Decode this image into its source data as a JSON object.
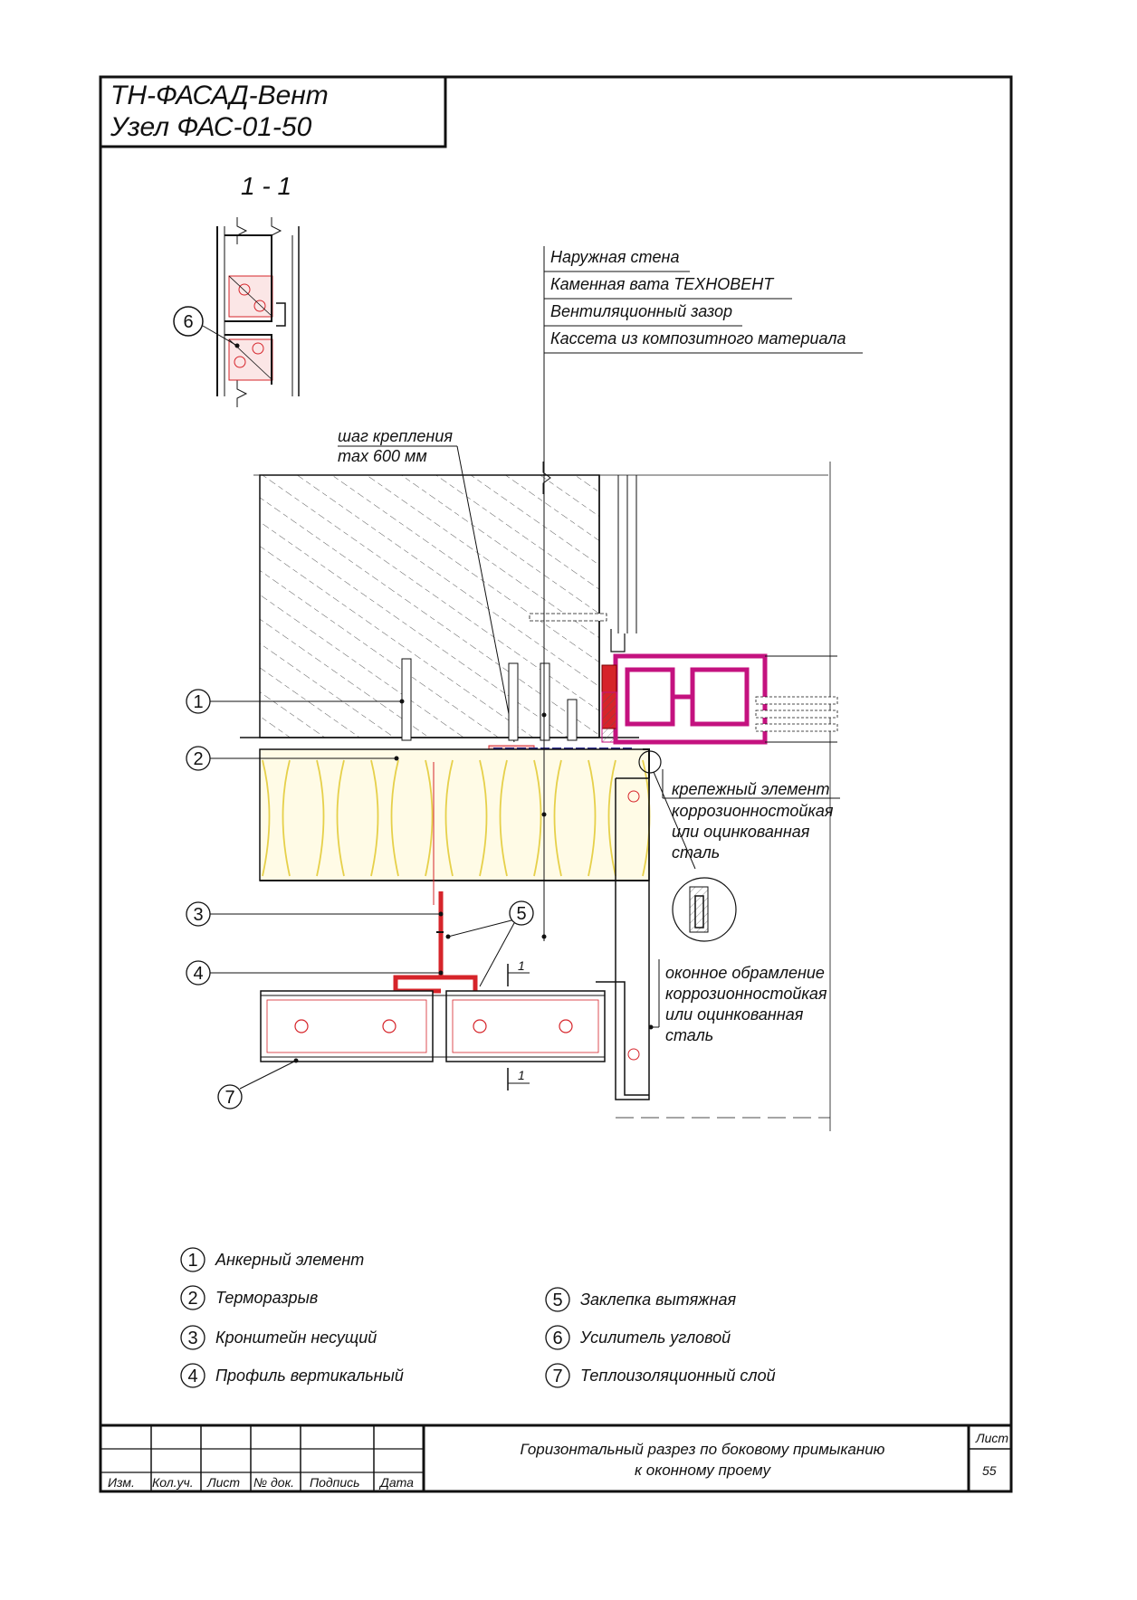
{
  "header": {
    "line1": "ТН-ФАСАД-Вент",
    "line2": "Узел ФАС-01-50"
  },
  "section_label": "1 - 1",
  "callout_6": "6",
  "layers": [
    "Наружная стена",
    "Каменная вата ТЕХНОВЕНТ",
    "Вентиляционный зазор",
    "Кассета из композитного материала"
  ],
  "annotations": {
    "step_line1": "шаг крепления",
    "step_line2": "max 600 мм",
    "fastener": [
      "крепежный элемент",
      "коррозионностойкая",
      "или оцинкованная",
      "сталь"
    ],
    "frame": [
      "оконное обрамление",
      "коррозионностойкая",
      "или оцинкованная",
      "сталь"
    ],
    "cut_mark": "1"
  },
  "callouts": [
    "1",
    "2",
    "3",
    "4",
    "5",
    "7"
  ],
  "legend": [
    {
      "num": "1",
      "text": "Анкерный элемент"
    },
    {
      "num": "2",
      "text": "Терморазрыв"
    },
    {
      "num": "3",
      "text": "Кронштейн несущий"
    },
    {
      "num": "4",
      "text": "Профиль вертикальный"
    },
    {
      "num": "5",
      "text": "Заклепка вытяжная"
    },
    {
      "num": "6",
      "text": "Усилитель угловой"
    },
    {
      "num": "7",
      "text": "Теплоизоляционный слой"
    }
  ],
  "title_block": {
    "columns": [
      "Изм.",
      "Кол.уч.",
      "Лист",
      "№ док.",
      "Подпись",
      "Дата"
    ],
    "description_line1": "Горизонтальный разрез по боковому примыканию",
    "description_line2": "к оконному проему",
    "sheet_label": "Лист",
    "sheet_number": "55"
  },
  "colors": {
    "accent_red": "#d6242a",
    "profile_magenta": "#c4127f",
    "insulation_yellow": "#f2e27a"
  }
}
